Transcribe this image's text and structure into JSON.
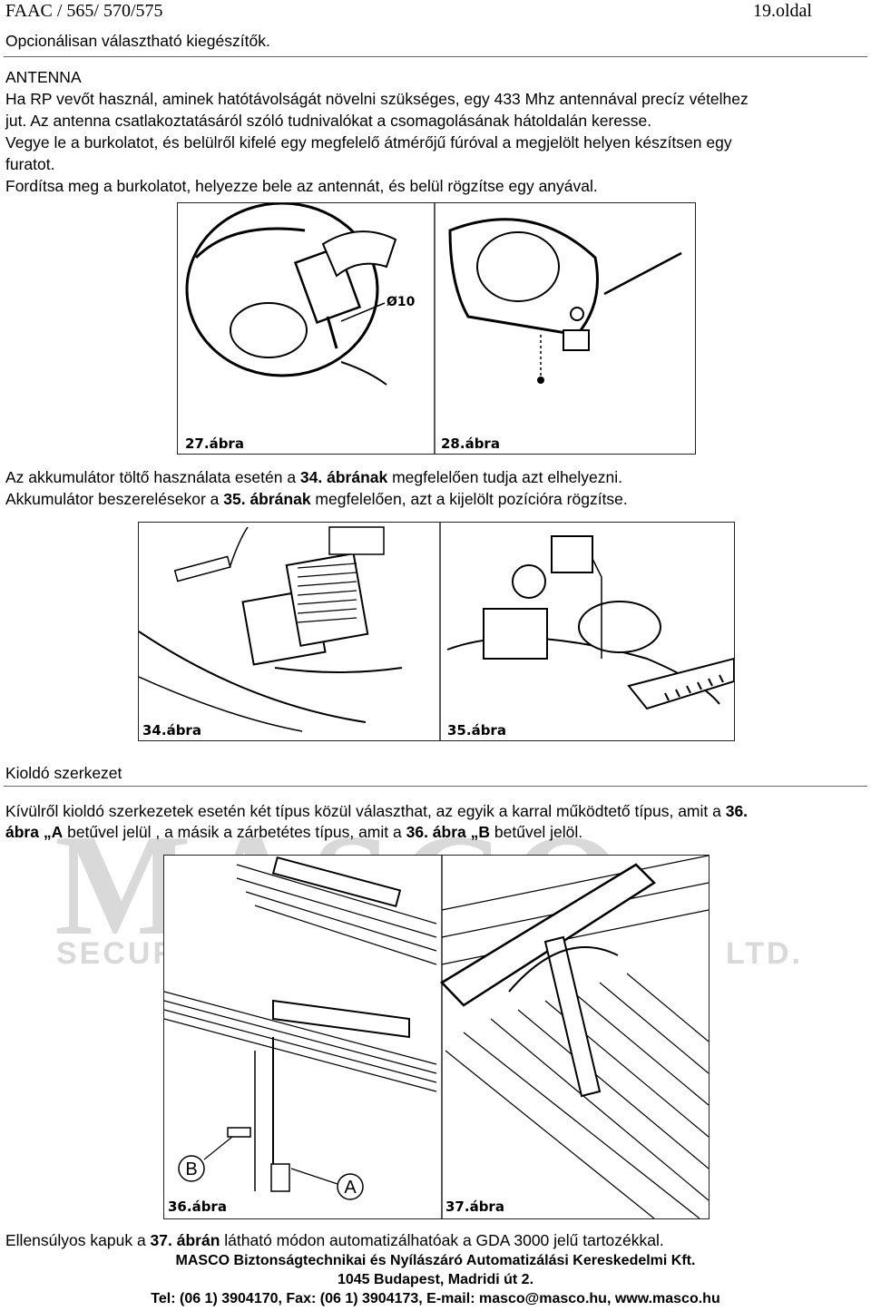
{
  "header": {
    "left": "FAAC / 565/ 570/575",
    "right": "19.oldal"
  },
  "section_title": "Opcionálisan választható kiegészítők.",
  "antenna": {
    "heading": "ANTENNA",
    "lines": [
      "Ha RP vevőt használ, aminek hatótávolságát növelni szükséges, egy 433 Mhz antennával precíz vételhez",
      "jut. Az antenna csatlakoztatásáról szóló tudnivalókat a csomagolásának hátoldalán keresse.",
      "Vegye le a burkolatot, és belülről kifelé egy megfelelő átmérőjű fúróval a megjelölt helyen készítsen egy",
      "furatot.",
      "Fordítsa meg a burkolatot, helyezze bele az antennát, és belül rögzítse egy anyával."
    ]
  },
  "figures": {
    "f27": "27.ábra",
    "f28": "28.ábra",
    "drill_label": "Ø10",
    "f34": "34.ábra",
    "f35": "35.ábra",
    "f36": "36.ábra",
    "f37": "37.ábra",
    "label_a": "A",
    "label_b": "B"
  },
  "battery": {
    "l1_a": "Az akkumulátor töltő használata esetén a ",
    "l1_b": "34. ábrának",
    "l1_c": " megfelelően tudja azt elhelyezni.",
    "l2_a": "Akkumulátor beszerelésekor a ",
    "l2_b": "35. ábrának",
    "l2_c": " megfelelően, azt a kijelölt pozícióra rögzítse."
  },
  "release": {
    "heading": "Kioldó szerkezet",
    "l1_a": "Kívülről kioldó szerkezetek esetén két típus közül választhat, az egyik a karral működtető típus, amit a ",
    "l1_b": "36.",
    "l2_a": "ábra „A",
    "l2_b": " betűvel jelül , a másik a zárbetétes típus, amit a ",
    "l2_c": "36. ábra „B",
    "l2_d": " betűvel jelöl."
  },
  "counterweight": {
    "t_a": "Ellensúlyos kapuk a ",
    "t_b": "37. ábrán",
    "t_c": " látható módon automatizálhatóak a GDA 3000 jelű tartozékkal."
  },
  "watermark": {
    "big": "MASCO",
    "small_left": "SECUR",
    "small_right": "LTD."
  },
  "footer": {
    "company": "MASCO Biztonságtechnikai és Nyílászáró Automatizálási Kereskedelmi Kft.",
    "address": "1045 Budapest, Madridi út 2.",
    "contact": "Tel: (06 1) 3904170, Fax: (06 1) 3904173, E-mail: masco@masco.hu, www.masco.hu"
  }
}
